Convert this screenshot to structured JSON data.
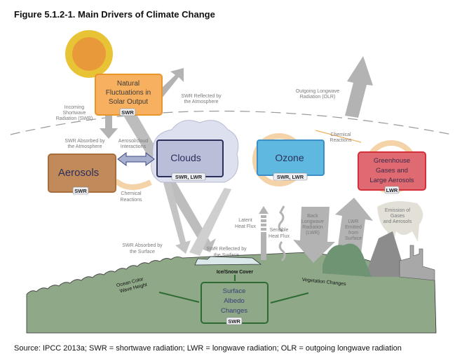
{
  "figure": {
    "title": "Figure 5.1.2-1.   Main Drivers of Climate Change",
    "source": "Source: IPCC 2013a; SWR = shortwave radiation; LWR = longwave radiation; OLR = outgoing longwave radiation"
  },
  "boxes": {
    "solar": {
      "lines": [
        "Natural",
        "Fluctuations in",
        "Solar Output"
      ],
      "badge": "SWR",
      "color": "#f7b060"
    },
    "aerosols": {
      "lines": [
        "Aerosols"
      ],
      "badge": "SWR",
      "color": "#c08a5a"
    },
    "clouds": {
      "lines": [
        "Clouds"
      ],
      "badge": "SWR, LWR",
      "color": "#b9bfd8"
    },
    "ozone": {
      "lines": [
        "Ozone"
      ],
      "badge": "SWR, LWR",
      "color": "#5fb8df"
    },
    "ghg": {
      "lines": [
        "Greenhouse",
        "Gases and",
        "Large Aerosols"
      ],
      "badge": "LWR",
      "color": "#e06a72"
    },
    "albedo": {
      "lines": [
        "Surface",
        "Albedo",
        "Changes"
      ],
      "badge": "SWR",
      "color": "#8ea888"
    }
  },
  "labels": {
    "incoming_swr": [
      "Incoming",
      "Shortwave",
      "Radiation (SWR)"
    ],
    "swr_reflected_atmosphere": [
      "SWR Reflected by",
      "the Atmosphere"
    ],
    "olr": [
      "Outgoing Longwave",
      "Radiation (OLR)"
    ],
    "swr_absorbed_atmosphere": [
      "SWR Absorbed by",
      "the Atmosphere"
    ],
    "aerosol_cloud": [
      "Aerosol/cloud",
      "Interactions"
    ],
    "chemical_reactions_top": [
      "Chemical",
      "Reactions"
    ],
    "chemical_reactions_left": [
      "Chemical",
      "Reactions"
    ],
    "latent_heat": [
      "Latent",
      "Heat Flux"
    ],
    "sensible_heat": [
      "Sensible",
      "Heat Flux"
    ],
    "back_lwr": [
      "Back",
      "Longwave",
      "Radiation",
      "(LWR)"
    ],
    "lwr_emitted": [
      "LWR",
      "Emitted",
      "from",
      "Surface"
    ],
    "emission": [
      "Emission of",
      "Gases",
      "and Aerosols"
    ],
    "swr_absorbed_surface": [
      "SWR Absorbed by",
      "the Surface"
    ],
    "swr_reflected_surface": [
      "SWR Reflected by",
      "the Surface"
    ],
    "ice_snow": "Ice/Snow Cover",
    "ocean": [
      "Ocean Color",
      "Wave Height"
    ],
    "vegetation": "Vegetation Changes"
  },
  "colors": {
    "arrow_gray": "#b3b3b3",
    "cycle_orange": "#f5d3a8",
    "ground_green": "#8ea888",
    "box_green_border": "#2e6b34",
    "label_gray": "#7a7a7a"
  }
}
